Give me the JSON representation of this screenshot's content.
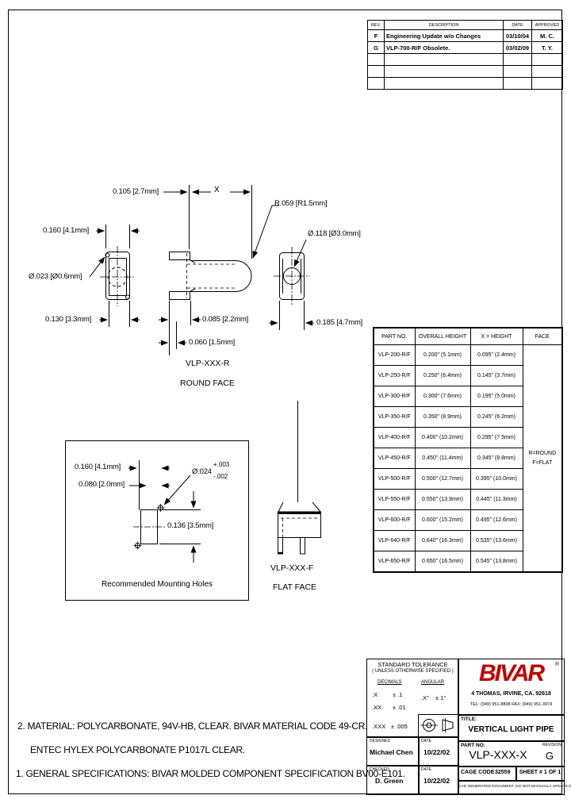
{
  "revision_table": {
    "headers": {
      "rev": "REV.",
      "description": "DESCRIPTION",
      "date": "DATE",
      "approved": "APPROVED"
    },
    "rows": [
      {
        "rev": "F",
        "description": "Engineering Update w/o Changes",
        "date": "03/10/04",
        "approved": "M. C."
      },
      {
        "rev": "G",
        "description": "VLP-700-R/F Obsolete.",
        "date": "03/02/09",
        "approved": "T. Y."
      }
    ]
  },
  "drawing": {
    "round": {
      "dim_0105": "0.105 [2.7mm]",
      "dim_x": "X",
      "dim_r059": "R.059 [R1.5mm]",
      "dim_0160": "0.160 [4.1mm]",
      "dim_023": "Ø.023 [Ø0.6mm]",
      "dim_118": "Ø.118 [Ø3.0mm]",
      "dim_0130": "0.130 [3.3mm]",
      "dim_0085": "0.085 [2.2mm]",
      "dim_0060": "0.060 [1.5mm]",
      "dim_0185": "0.185 [4.7mm]",
      "part_label": "VLP-XXX-R",
      "face_label": "ROUND FACE"
    },
    "mounting": {
      "dim_0160": "0.160 [4.1mm]",
      "dim_0080": "0.080 [2.0mm]",
      "dim_hole": "Ø.024",
      "tol_plus": "+.003",
      "tol_minus": "-.002",
      "dim_0136": "0.136 [3.5mm]",
      "caption": "Recommended Mounting Holes"
    },
    "flat": {
      "part_label": "VLP-XXX-F",
      "face_label": "FLAT FACE"
    }
  },
  "part_table": {
    "headers": [
      "PART NO.",
      "OVERALL HEIGHT",
      "X = HEIGHT",
      "FACE"
    ],
    "rows": [
      {
        "part": "VLP-200-R/F",
        "overall": "0.200\" (5.1mm)",
        "x": "0.095\" (2.4mm)"
      },
      {
        "part": "VLP-250-R/F",
        "overall": "0.250\" (6.4mm)",
        "x": "0.145\" (3.7mm)"
      },
      {
        "part": "VLP-300-R/F",
        "overall": "0.300\" (7.6mm)",
        "x": "0.195\" (5.0mm)"
      },
      {
        "part": "VLP-350-R/F",
        "overall": "0.350\" (8.9mm)",
        "x": "0.245\" (6.2mm)"
      },
      {
        "part": "VLP-400-R/F",
        "overall": "0.400\" (10.2mm)",
        "x": "0.295\" (7.5mm)"
      },
      {
        "part": "VLP-450-R/F",
        "overall": "0.450\" (11.4mm)",
        "x": "0.345\" (8.8mm)"
      },
      {
        "part": "VLP-500-R/F",
        "overall": "0.500\" (12.7mm)",
        "x": "0.395\" (10.0mm)"
      },
      {
        "part": "VLP-550-R/F",
        "overall": "0.550\" (13.9mm)",
        "x": "0.445\" (11.3mm)"
      },
      {
        "part": "VLP-600-R/F",
        "overall": "0.600\" (15.2mm)",
        "x": "0.495\" (12.6mm)"
      },
      {
        "part": "VLP-640-R/F",
        "overall": "0.640\" (16.3mm)",
        "x": "0.535\" (13.6mm)"
      },
      {
        "part": "VLP-650-R/F",
        "overall": "0.650\" (16.5mm)",
        "x": "0.545\" (13.8mm)"
      }
    ],
    "face_legend": {
      "round": "R=ROUND",
      "flat": "F=FLAT"
    }
  },
  "notes": {
    "note2": "2.  MATERIAL: POLYCARBONATE, 94V-HB, CLEAR. BIVAR MATERIAL CODE 49-CR.",
    "note2b": "ENTEC HYLEX POLYCARBONATE P1017L CLEAR.",
    "note1": "1.  GENERAL SPECIFICATIONS: BIVAR MOLDED COMPONENT SPECIFICATION BV00-E101."
  },
  "title_block": {
    "tolerance": {
      "title": "STANDARD TOLERANCE",
      "subtitle": "( UNLESS OTHERWISE SPECIFIED )",
      "decimals_label": "DECIMALS",
      "angular_label": "ANGULAR",
      "decimals": [
        {
          "label": ".X",
          "tol": "± .1"
        },
        {
          "label": ".XX",
          "tol": "± .01"
        },
        {
          "label": ".XXX",
          "tol": "± .005"
        }
      ],
      "angular": {
        "label": ".X°",
        "tol": "± 1°"
      }
    },
    "company": {
      "logo": "BIVAR",
      "reg": "®",
      "address": "4  THOMAS, IRVINE, CA. 92618",
      "phone": "TEL: (949) 951-8808      FAX: (949) 951-3974",
      "logo_color": "#cc0000"
    },
    "title_label": "TITLE:",
    "title_value": "VERTICAL LIGHT PIPE",
    "designed_label": "DESIGNED",
    "designed_value": "Michael Chen",
    "date_label": "DATE",
    "designed_date": "10/22/02",
    "checked_label": "CHECKED:",
    "checked_value": "D. Green",
    "checked_date": "10/22/02",
    "part_no_label": "PART NO:",
    "part_no_value": "VLP-XXX-X",
    "revision_label": "REVISION",
    "revision_value": "G",
    "cage_label": "CAGE CODE",
    "cage_value": "32559",
    "sheet_text": "SHEET #  1  OF  1",
    "cad_note": "CAD GENERATED DOCUMENT, DO NOT MANUALLY UPDATE DRAWING"
  }
}
